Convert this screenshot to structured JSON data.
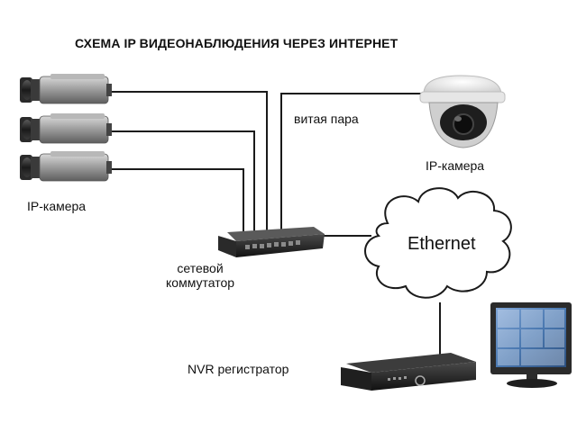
{
  "title": "СХЕМА IP ВИДЕОНАБЛЮДЕНИЯ ЧЕРЕЗ ИНТЕРНЕТ",
  "labels": {
    "ip_camera_left": "IP-камера",
    "twisted_pair": "витая пара",
    "ip_camera_right": "IP-камера",
    "switch_line1": "сетевой",
    "switch_line2": "коммутатор",
    "ethernet": "Ethernet",
    "nvr": "NVR регистратор"
  },
  "colors": {
    "cable": "#1a1a1a",
    "device_dark": "#202020",
    "camera_body": "#9a9a9a",
    "dome_white": "#f2f2f2",
    "screen_blue": "#4a78b0",
    "background": "#ffffff"
  },
  "icons": [
    "bullet-camera-icon",
    "dome-camera-icon",
    "network-switch-icon",
    "cloud-icon",
    "nvr-recorder-icon",
    "monitor-icon"
  ]
}
